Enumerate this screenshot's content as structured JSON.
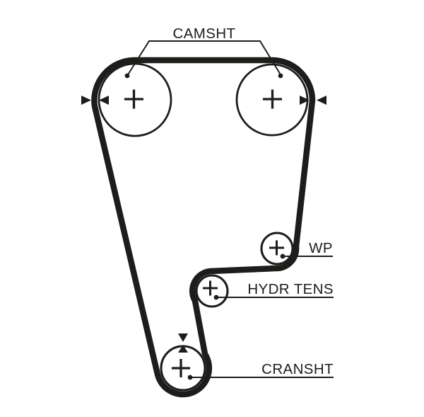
{
  "diagram": {
    "type": "timing-belt-routing-diagram",
    "labels": {
      "camshaft": "CAMSHT",
      "water_pump": "WP",
      "hydraulic_tensioner": "HYDR TENS",
      "crankshaft": "CRANSHT"
    },
    "icons": {
      "pulley_center_cross_icon": "+",
      "alignment_arrow_icon": "filled-triangle",
      "leader_dot_icon": "filled-dot"
    },
    "colors": {
      "line": "#1d1d1b",
      "background": "#ffffff"
    }
  }
}
